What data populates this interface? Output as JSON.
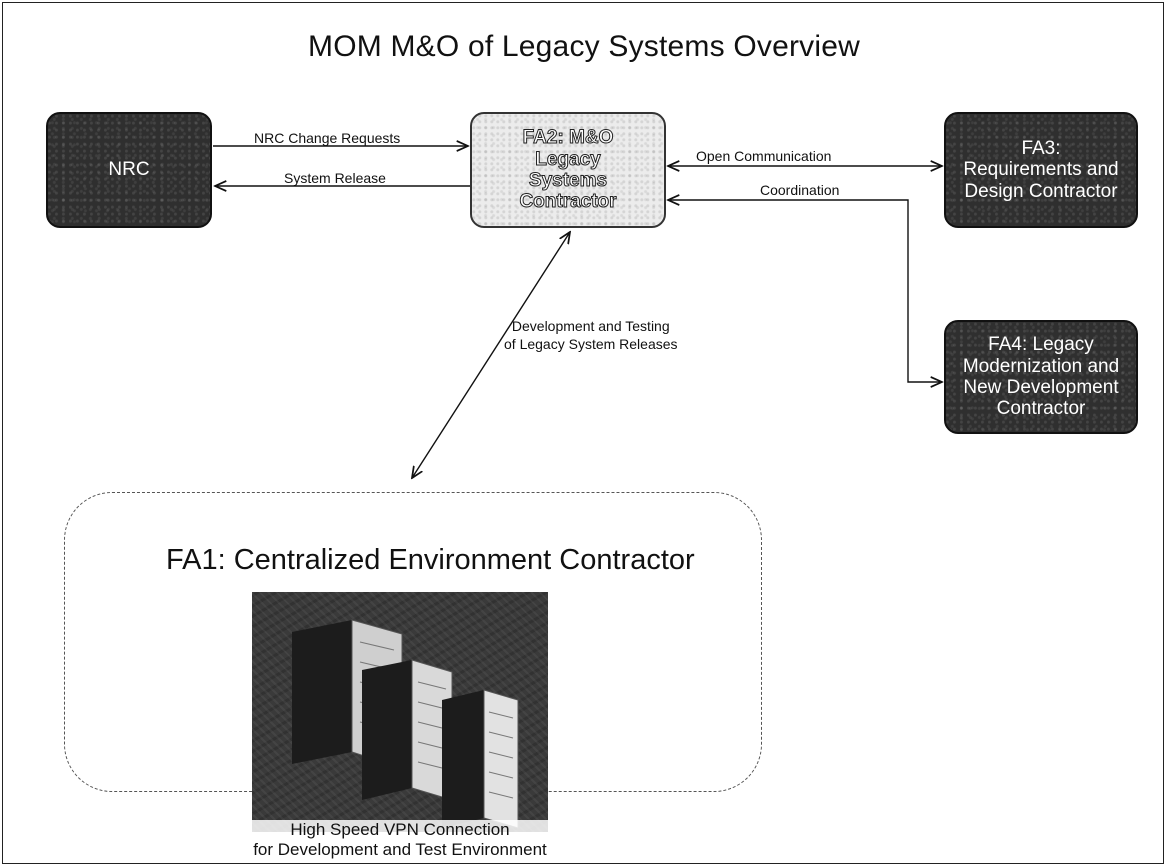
{
  "title": "MOM M&O of Legacy Systems Overview",
  "nodes": {
    "nrc": {
      "label": "NRC"
    },
    "fa2": {
      "lines": [
        "FA2: M&O",
        "Legacy",
        "Systems",
        "Contractor"
      ]
    },
    "fa3": {
      "lines": [
        "FA3:",
        "Requirements and",
        "Design Contractor"
      ]
    },
    "fa4": {
      "lines": [
        "FA4: Legacy",
        "Modernization and",
        "New Development",
        "Contractor"
      ]
    }
  },
  "edges": {
    "nrc_change_requests": "NRC Change Requests",
    "system_release": "System Release",
    "open_communication": "Open Communication",
    "coordination": "Coordination",
    "dev_test_line1": "Development and Testing",
    "dev_test_line2": "of Legacy System Releases"
  },
  "fa1": {
    "title": "FA1: Centralized Environment Contractor",
    "caption_line1": "High Speed VPN  Connection",
    "caption_line2": "for Development and Test Environment"
  }
}
